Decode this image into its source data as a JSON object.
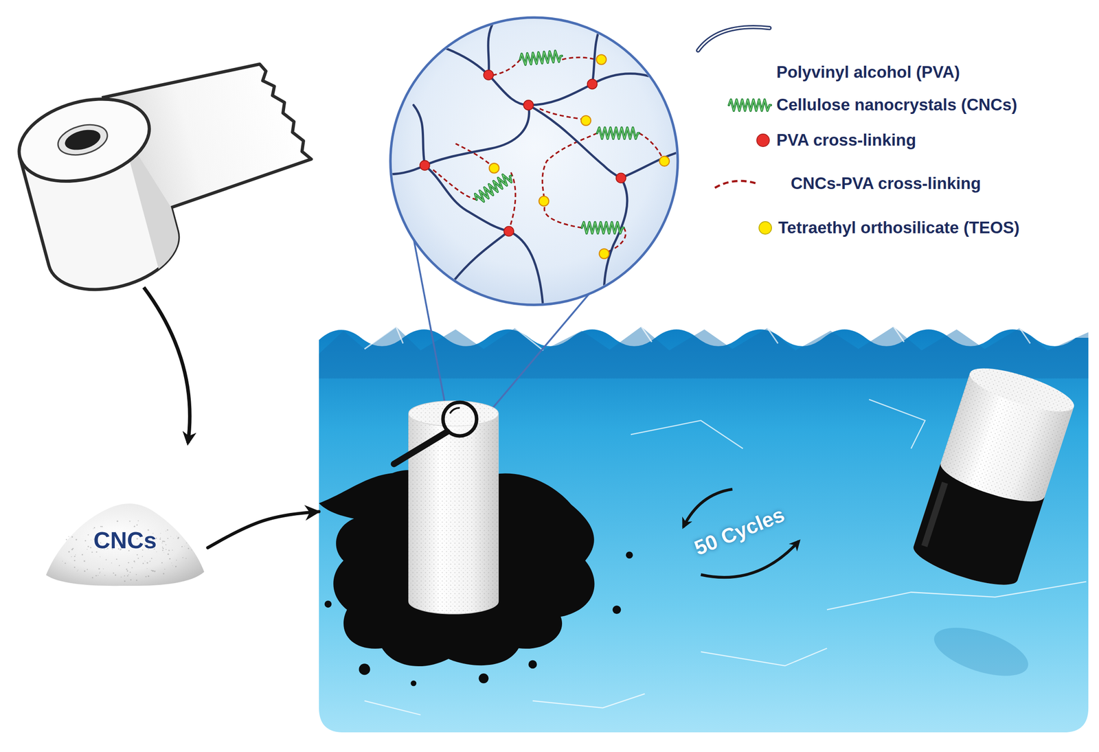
{
  "diagram": {
    "nodes": [
      {
        "text": [
          "CNCs"
        ]
      },
      {
        "text": [
          "50 Cycles"
        ]
      }
    ],
    "edges": [
      {
        "from": 0,
        "to": 1,
        "arrow": "to"
      }
    ],
    "legend": [
      {
        "text": "Polyvinyl alcohol (PVA)"
      },
      {
        "text": "Cellulose nanocrystals (CNCs)"
      },
      {
        "text": "PVA cross-linking",
        "color": "#e8302c"
      },
      {
        "text": "CNCs-PVA cross-linking"
      },
      {
        "text": "Tetraethyl orthosilicate (TEOS)",
        "color": "#ffe600"
      }
    ]
  }
}
